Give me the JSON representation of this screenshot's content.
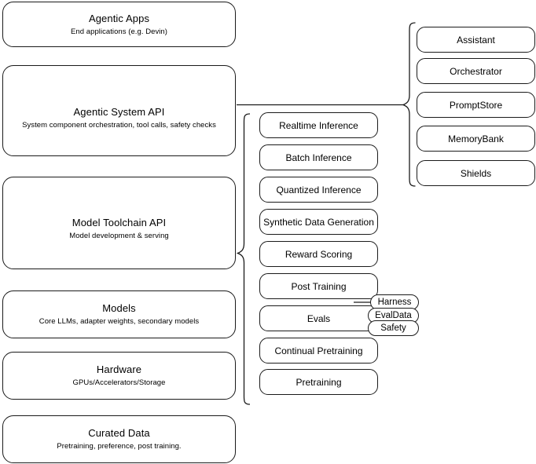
{
  "diagram": {
    "title": "AI Stack Layers Architecture Diagram",
    "stroke_color": "#1a1a1a",
    "background_color": "#ffffff"
  },
  "layers": [
    {
      "id": "agentic-apps",
      "title": "Agentic Apps",
      "subtitle": "End applications (e.g. Devin)"
    },
    {
      "id": "agentic-system-api",
      "title": "Agentic System API",
      "subtitle": "System component orchestration, tool calls, safety checks"
    },
    {
      "id": "model-toolchain-api",
      "title": "Model Toolchain API",
      "subtitle": "Model development & serving"
    },
    {
      "id": "models",
      "title": "Models",
      "subtitle": "Core LLMs, adapter weights, secondary models"
    },
    {
      "id": "hardware",
      "title": "Hardware",
      "subtitle": "GPUs/Accelerators/Storage"
    },
    {
      "id": "curated-data",
      "title": "Curated Data",
      "subtitle": "Pretraining, preference, post training."
    }
  ],
  "toolchain_items": [
    {
      "id": "realtime-inference",
      "label": "Realtime Inference"
    },
    {
      "id": "batch-inference",
      "label": "Batch Inference"
    },
    {
      "id": "quantized-inference",
      "label": "Quantized Inference"
    },
    {
      "id": "synthetic-data-generation",
      "label": "Synthetic Data Generation"
    },
    {
      "id": "reward-scoring",
      "label": "Reward Scoring"
    },
    {
      "id": "post-training",
      "label": "Post Training"
    },
    {
      "id": "evals",
      "label": "Evals"
    },
    {
      "id": "continual-pretraining",
      "label": "Continual Pretraining"
    },
    {
      "id": "pretraining",
      "label": "Pretraining"
    }
  ],
  "agentic_system_items": [
    {
      "id": "assistant",
      "label": "Assistant"
    },
    {
      "id": "orchestrator",
      "label": "Orchestrator"
    },
    {
      "id": "promptstore",
      "label": "PromptStore"
    },
    {
      "id": "memorybank",
      "label": "MemoryBank"
    },
    {
      "id": "shields",
      "label": "Shields"
    }
  ],
  "eval_pills": [
    {
      "id": "harness",
      "label": "Harness"
    },
    {
      "id": "evaldata",
      "label": "EvalData"
    },
    {
      "id": "safety",
      "label": "Safety"
    }
  ]
}
